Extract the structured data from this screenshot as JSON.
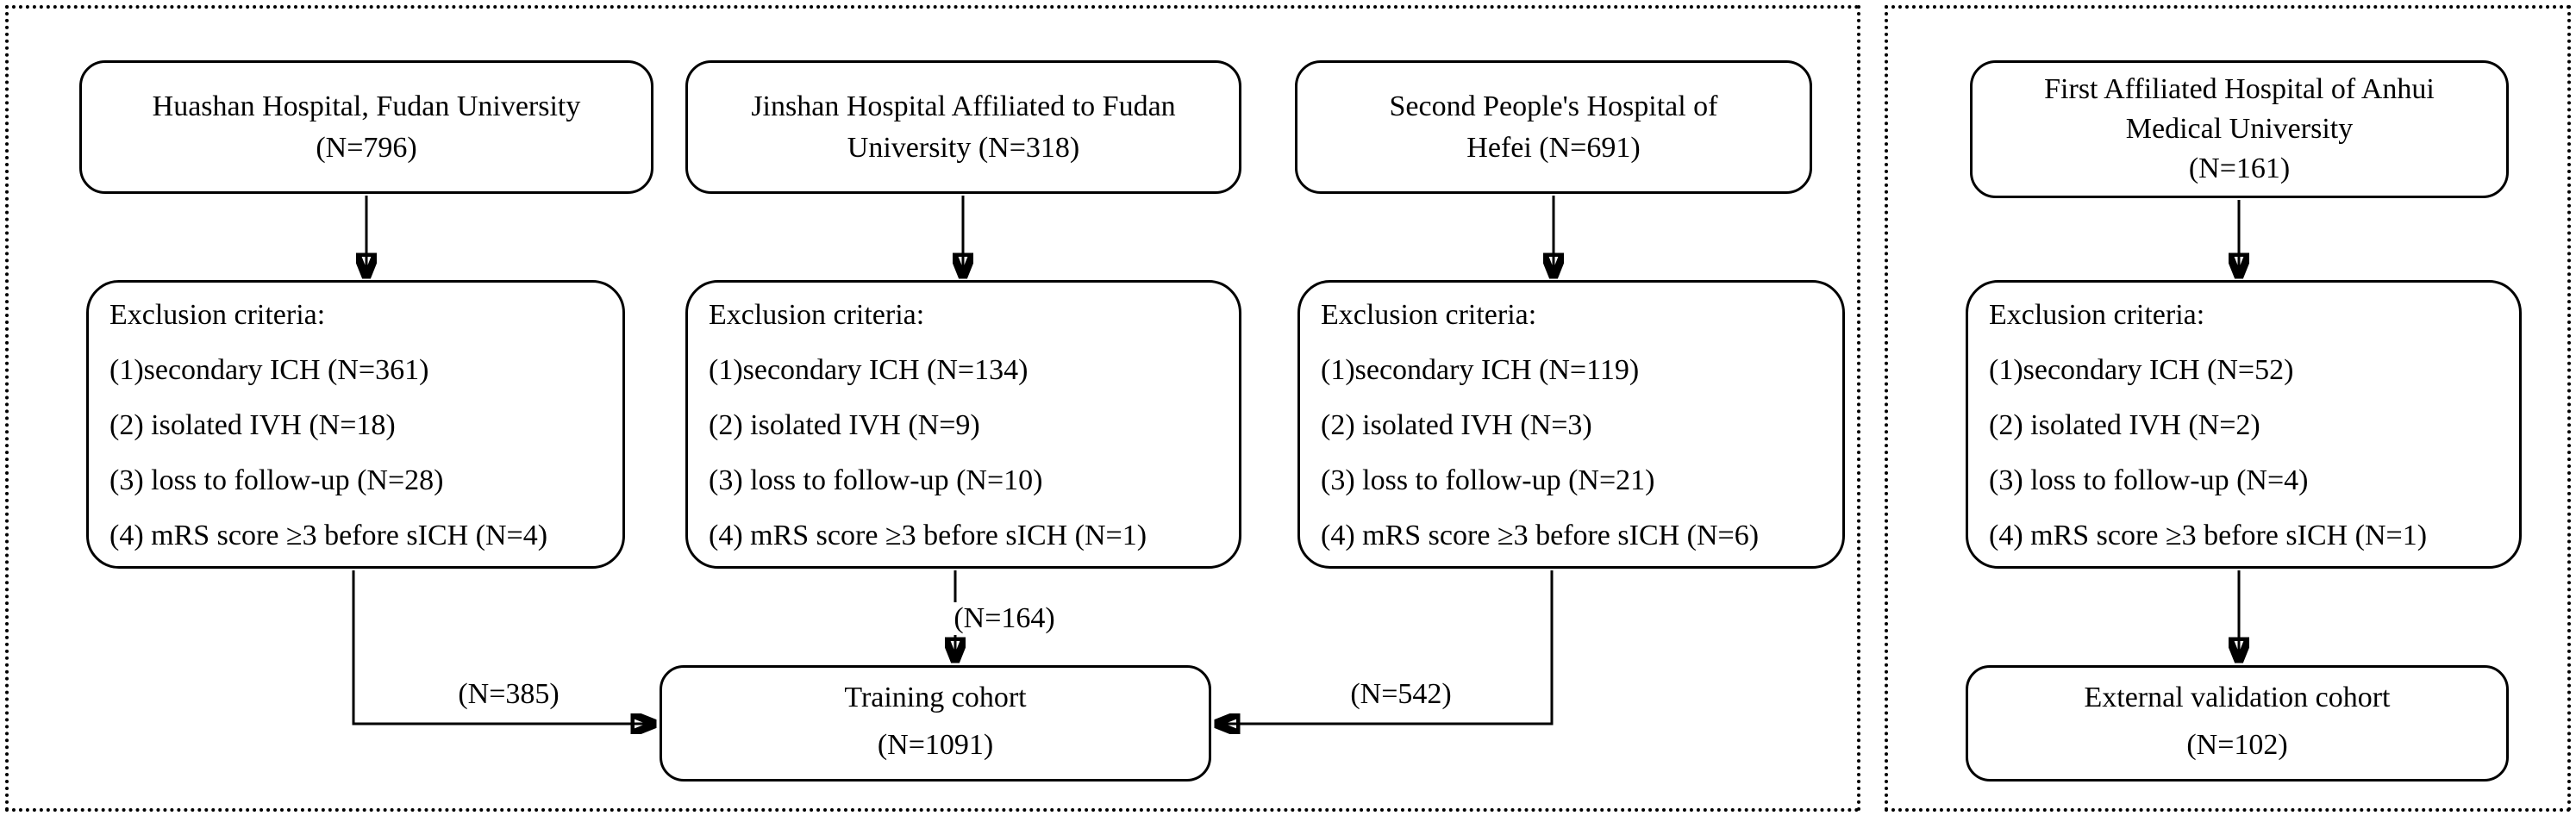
{
  "figure": {
    "background": "#ffffff",
    "line_color": "#000000",
    "description": "Patient flow diagram: three hospitals pooled into a training cohort (left dotted panel) and one hospital forming an external validation cohort (right dotted panel)"
  },
  "cohorts": [
    {
      "hospital_lines": [
        "Huashan Hospital, Fudan University",
        "(N=796)"
      ],
      "exclusion_heading": "Exclusion criteria:",
      "exclusion_items": [
        "(1)secondary ICH (N=361)",
        "(2) isolated IVH (N=18)",
        "(3) loss to follow-up (N=28)",
        "(4) mRS score ≥3 before sICH (N=4)"
      ]
    },
    {
      "hospital_lines": [
        "Jinshan Hospital Affiliated to Fudan",
        "University (N=318)"
      ],
      "exclusion_heading": "Exclusion criteria:",
      "exclusion_items": [
        "(1)secondary ICH (N=134)",
        "(2) isolated IVH (N=9)",
        "(3) loss to follow-up (N=10)",
        "(4) mRS score ≥3 before sICH (N=1)"
      ]
    },
    {
      "hospital_lines": [
        "Second People's Hospital of",
        "Hefei (N=691)"
      ],
      "exclusion_heading": "Exclusion criteria:",
      "exclusion_items": [
        "(1)secondary ICH (N=119)",
        "(2) isolated IVH (N=3)",
        "(3) loss to follow-up (N=21)",
        "(4) mRS score ≥3 before sICH (N=6)"
      ]
    },
    {
      "hospital_lines": [
        "First Affiliated Hospital of Anhui",
        "Medical University",
        "(N=161)"
      ],
      "exclusion_heading": "Exclusion criteria:",
      "exclusion_items": [
        "(1)secondary ICH (N=52)",
        "(2) isolated IVH (N=2)",
        "(3) loss to follow-up (N=4)",
        "(4) mRS score ≥3 before sICH (N=1)"
      ]
    }
  ],
  "flow_labels": {
    "from_huashan": "(N=385)",
    "from_jinshan": "(N=164)",
    "from_hefei": "(N=542)"
  },
  "outcomes": {
    "training": {
      "title": "Training cohort",
      "n": "(N=1091)"
    },
    "external": {
      "title": "External validation cohort",
      "n": "(N=102)"
    }
  }
}
